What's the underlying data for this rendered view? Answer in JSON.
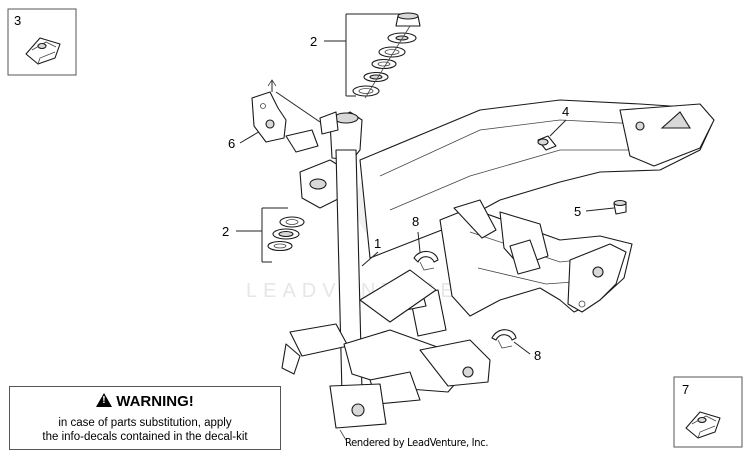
{
  "callouts": {
    "c1": "1",
    "c2a": "2",
    "c2b": "2",
    "c3": "3",
    "c4": "4",
    "c5": "5",
    "c6": "6",
    "c7": "7",
    "c8a": "8",
    "c8b": "8"
  },
  "warning": {
    "title": "WARNING!",
    "line1": "in case of parts substitution, apply",
    "line2": "the info-decals contained in the decal-kit"
  },
  "watermark": "LEADVENTURE",
  "render_note": "Rendered by LeadVenture, Inc.",
  "colors": {
    "line": "#1a1a1a",
    "background": "#ffffff",
    "watermark": "#e6e6e6"
  }
}
